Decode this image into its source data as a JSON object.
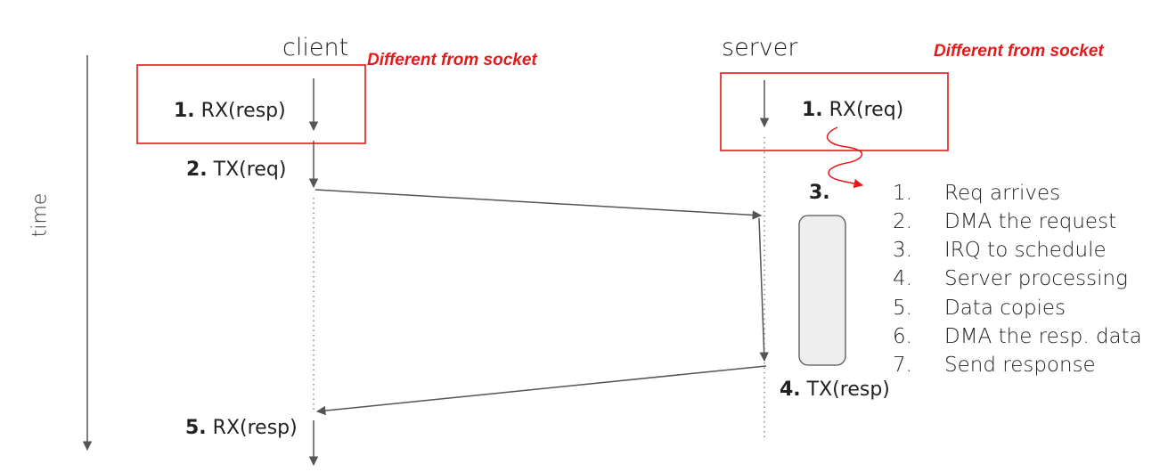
{
  "diagram": {
    "time_label": "time",
    "client": {
      "title": "client",
      "note": "Different from socket",
      "steps": [
        {
          "num": "1.",
          "text": "RX(resp)"
        },
        {
          "num": "2.",
          "text": "TX(req)"
        },
        {
          "num": "5.",
          "text": "RX(resp)"
        }
      ]
    },
    "server": {
      "title": "server",
      "note": "Different from socket",
      "steps": [
        {
          "num": "1.",
          "text": "RX(req)"
        },
        {
          "num": "3.",
          "text": ""
        },
        {
          "num": "4.",
          "text": "TX(resp)"
        }
      ]
    },
    "processing_list": [
      {
        "num": "1.",
        "text": "Req arrives"
      },
      {
        "num": "2.",
        "text": "DMA the request"
      },
      {
        "num": "3.",
        "text": "IRQ to schedule"
      },
      {
        "num": "4.",
        "text": "Server processing"
      },
      {
        "num": "5.",
        "text": "Data copies"
      },
      {
        "num": "6.",
        "text": "DMA the resp. data"
      },
      {
        "num": "7.",
        "text": "Send response"
      }
    ],
    "colors": {
      "highlight": "#e3191b",
      "line": "#555555",
      "process_box": "#eeeeee"
    }
  }
}
